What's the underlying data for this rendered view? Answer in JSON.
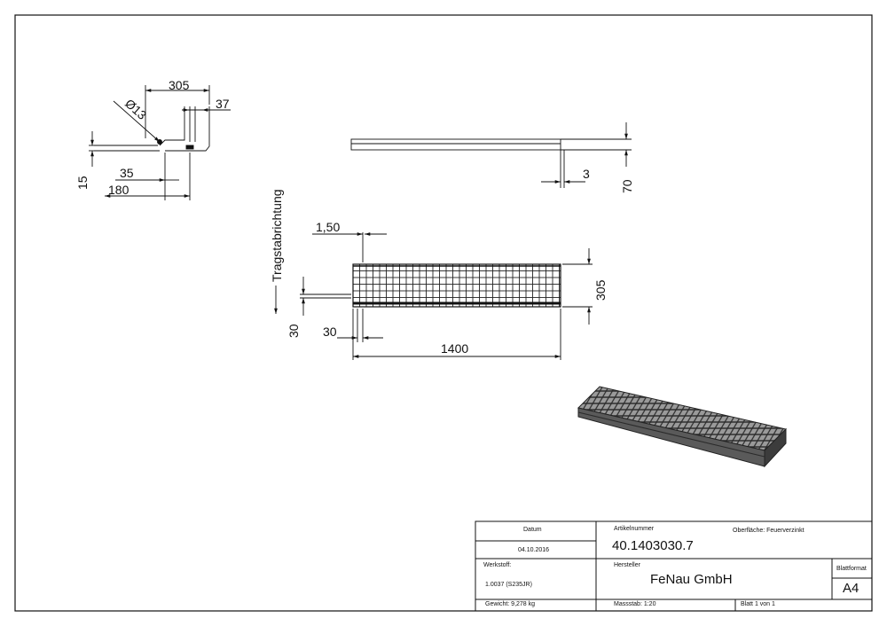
{
  "dims": {
    "top_305": "305",
    "top_37": "37",
    "dia": "Ø13",
    "left_15": "15",
    "left_35": "35",
    "left_180": "180",
    "side_3": "3",
    "side_70": "70",
    "plan_150": "1,50",
    "plan_305": "305",
    "plan_30_v": "30",
    "plan_30_h": "30",
    "plan_1400": "1400",
    "bearing_direction": "Tragstabrichtung"
  },
  "title_block": {
    "datum_label": "Datum",
    "datum_value": "04.10.2016",
    "artikel_label": "Artikelnummer",
    "artikel_value": "40.1403030.7",
    "oberflaeche": "Oberfläche: Feuerverzinkt",
    "werkstoff_label": "Werkstoff:",
    "werkstoff_value": "1.0037 (S235JR)",
    "hersteller_label": "Hersteller",
    "hersteller_value": "FeNau GmbH",
    "blattformat_label": "Blattformat",
    "blattformat_value": "A4",
    "gewicht": "Gewicht: 9,278 kg",
    "massstab": "Massstab: 1:20",
    "blatt": "Blatt 1 von 1"
  }
}
